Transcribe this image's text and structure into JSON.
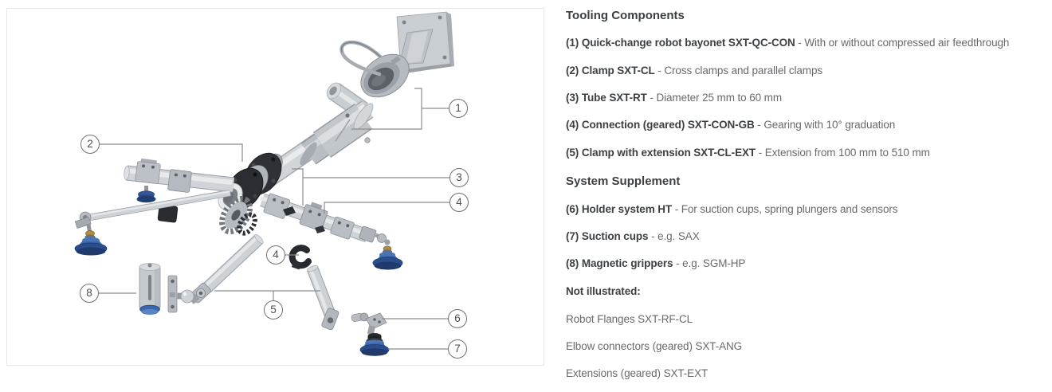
{
  "figure": {
    "callouts": [
      "1",
      "2",
      "3",
      "4",
      "4",
      "5",
      "6",
      "7",
      "8"
    ]
  },
  "legend": {
    "sections": [
      {
        "heading": "Tooling Components",
        "items": [
          {
            "num": "(1)",
            "name": "Quick-change robot bayonet SXT-QC-CON",
            "desc": "- With or without compressed air feedthrough"
          },
          {
            "num": "(2)",
            "name": "Clamp SXT-CL",
            "desc": "- Cross clamps and parallel clamps"
          },
          {
            "num": "(3)",
            "name": "Tube SXT-RT",
            "desc": "- Diameter 25 mm to 60 mm"
          },
          {
            "num": "(4)",
            "name": "Connection (geared) SXT-CON-GB",
            "desc": "- Gearing with 10° graduation"
          },
          {
            "num": "(5)",
            "name": "Clamp with extension SXT-CL-EXT",
            "desc": "- Extension from 100 mm to 510 mm"
          }
        ]
      },
      {
        "heading": "System Supplement",
        "items": [
          {
            "num": "(6)",
            "name": "Holder system HT",
            "desc": "- For suction cups, spring plungers and sensors"
          },
          {
            "num": "(7)",
            "name": "Suction cups",
            "desc": "- e.g. SAX"
          },
          {
            "num": "(8)",
            "name": "Magnetic grippers",
            "desc": "- e.g. SGM-HP"
          }
        ]
      },
      {
        "heading": "Not illustrated:",
        "items": [
          {
            "plain": "Robot Flanges SXT-RF-CL"
          },
          {
            "plain": "Elbow connectors (geared) SXT-ANG"
          },
          {
            "plain": "Extensions (geared) SXT-EXT"
          }
        ]
      }
    ]
  },
  "colors": {
    "suction_cup_blue": "#3a66ae",
    "clamp_black": "#2b2e32",
    "metal_light": "#d0d5d9",
    "leader_line_gray": "#8c8c8c"
  }
}
